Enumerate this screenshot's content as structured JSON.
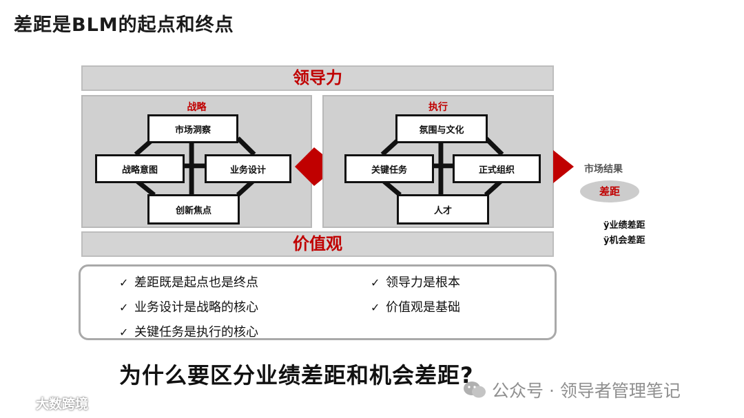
{
  "title": "差距是BLM的起点和终点",
  "top_band": "领导力",
  "bottom_band": "价值观",
  "strategy": {
    "label": "战略",
    "nodes": {
      "top": "市场洞察",
      "left": "战略意图",
      "right": "业务设计",
      "bottom": "创新焦点"
    }
  },
  "execution": {
    "label": "执行",
    "nodes": {
      "top": "氛围与文化",
      "left": "关键任务",
      "right": "正式组织",
      "bottom": "人才"
    }
  },
  "result": {
    "label": "市场结果",
    "gap": "差距",
    "items": [
      "ÿ业绩差距",
      "ÿ机会差距"
    ]
  },
  "points": {
    "check": "✓",
    "left": [
      "差距既是起点也是终点",
      "业务设计是战略的核心",
      "关键任务是执行的核心"
    ],
    "right": [
      "领导力是根本",
      "价值观是基础"
    ]
  },
  "question": "为什么要区分业绩差距和机会差距?",
  "watermark": "公众号 · 领导者管理笔记",
  "brand": "大数跨境",
  "colors": {
    "accent": "#c00000",
    "panel": "#d0d0d0"
  }
}
